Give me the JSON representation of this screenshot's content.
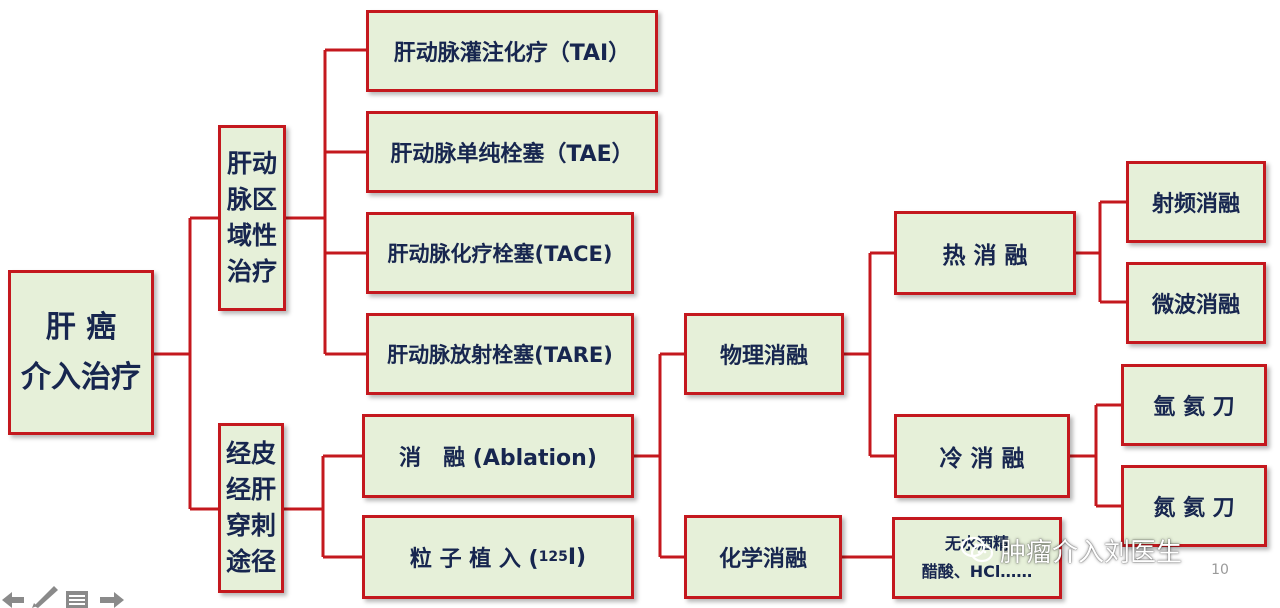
{
  "nodes": {
    "root": "肝 癌\n介入治疗",
    "hepatic_artery": "肝动\n脉区\n域性\n治疗",
    "percutaneous": "经皮\n经肝\n穿刺\n途径",
    "tai": "肝动脉灌注化疗（TAI）",
    "tae": "肝动脉单纯栓塞（TAE）",
    "tace": "肝动脉化疗栓塞(TACE)",
    "tare": "肝动脉放射栓塞(TARE)",
    "ablation": "消　融 (Ablation)",
    "seed_prefix": "粒 子 植 入 (",
    "seed_sup": "125",
    "seed_suffix": "I)",
    "physical": "物理消融",
    "chemical": "化学消融",
    "thermal": "热 消 融",
    "cold": "冷 消 融",
    "rfa": "射频消融",
    "microwave": "微波消融",
    "argon": "氩 氦 刀",
    "nitrogen": "氮 氦 刀",
    "chem_agents": "无水酒精\n醋酸、HCl……"
  },
  "watermark": "肿瘤介入刘医生",
  "page_number": "10",
  "colors": {
    "box_fill": "#e6f0d9",
    "border": "#c4181e",
    "text": "#17264f",
    "line": "#c4181e"
  }
}
